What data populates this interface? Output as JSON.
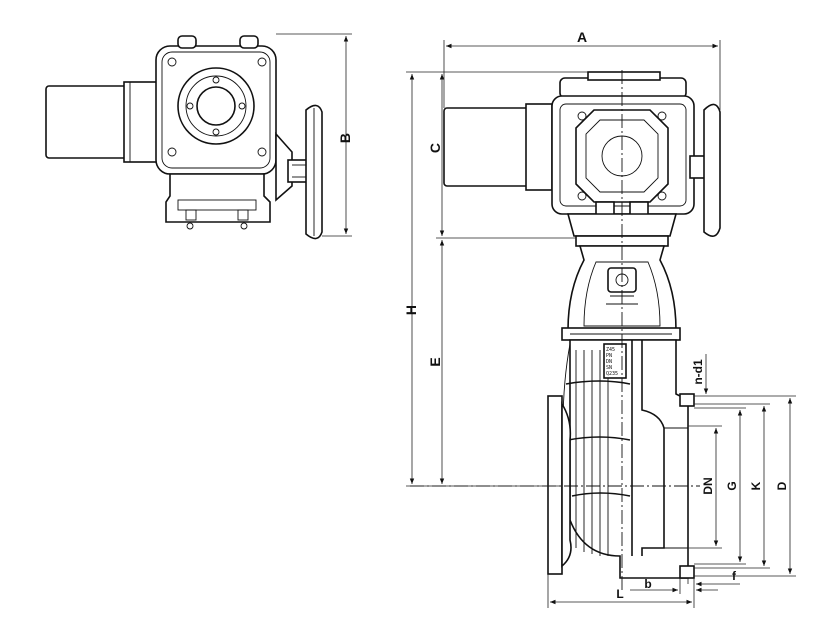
{
  "dimension_labels": {
    "A": "A",
    "B": "B",
    "C": "C",
    "H": "H",
    "E": "E",
    "n_d1": "n-d1",
    "DN": "DN",
    "G": "G",
    "K": "K",
    "D": "D",
    "L": "L",
    "b": "b",
    "f": "f"
  },
  "plate_text": [
    "Z45",
    "PN",
    "DN",
    "SN",
    "Q235"
  ]
}
